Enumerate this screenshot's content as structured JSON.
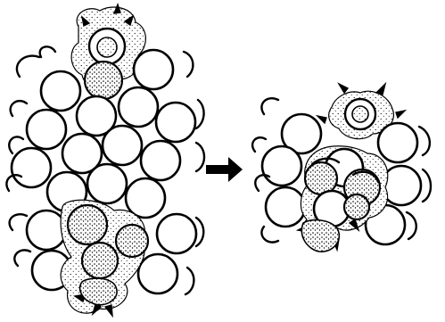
{
  "figure": {
    "panels": [
      {
        "id": "before",
        "description_icon": "close-packed-spheres-with-defect-cluster"
      },
      {
        "id": "after",
        "description_icon": "relaxed-spheres-with-defect-cluster"
      }
    ],
    "arrow_icon": "right-arrow-icon"
  }
}
